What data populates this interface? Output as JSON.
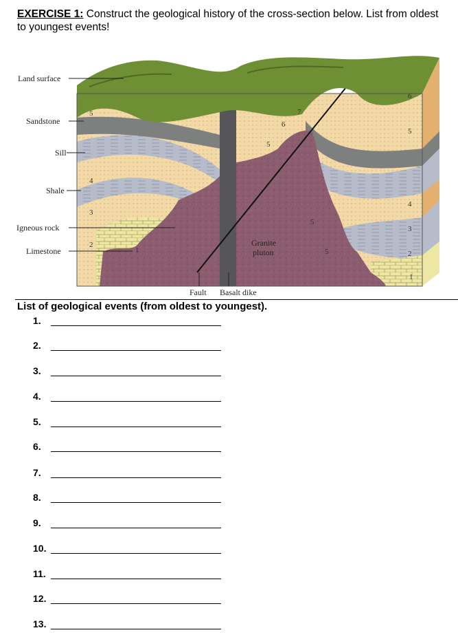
{
  "header": {
    "exercise_label": "EXERCISE 1:",
    "instructions": " Construct the geological history of the cross-section below. List from oldest to youngest events!"
  },
  "figure": {
    "labels": {
      "land_surface": "Land surface",
      "sandstone": "Sandstone",
      "sill": "Sill",
      "shale": "Shale",
      "igneous_rock": "Igneous rock",
      "limestone": "Limestone",
      "granite": "Granite",
      "pluton": "pluton",
      "fault": "Fault",
      "basalt_dike": "Basalt dike"
    },
    "layer_numbers": [
      "1",
      "2",
      "3",
      "4",
      "5",
      "6",
      "7"
    ],
    "colors": {
      "grass": "#6f8f35",
      "sandstone": "#f3d9a6",
      "gray_conglomerate": "#7e8080",
      "shale": "#b7bccb",
      "granite": "#8c5d6e",
      "limestone": "#eee7a4",
      "dike": "#55555a",
      "side_face": "#e4b070"
    }
  },
  "list": {
    "title": "List of geological events (from oldest to youngest).",
    "items": [
      "1.",
      "2.",
      "3.",
      "4.",
      "5.",
      "6.",
      "7.",
      "8.",
      "9.",
      "10.",
      "11.",
      "12.",
      "13."
    ]
  }
}
